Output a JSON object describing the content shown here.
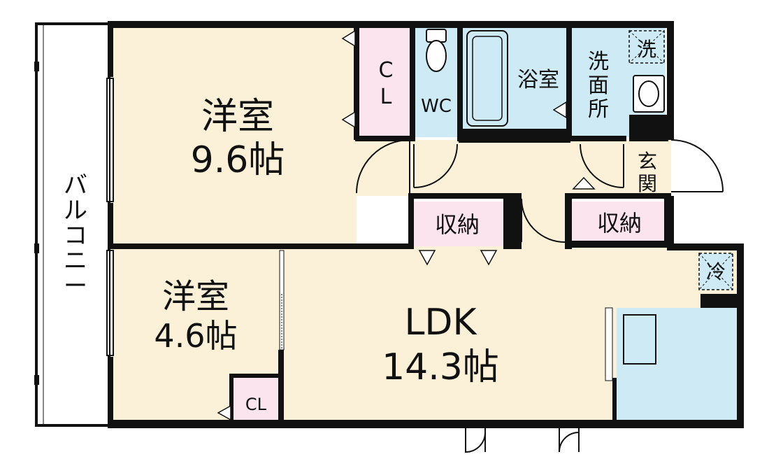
{
  "rooms": {
    "western_large": {
      "name": "洋室",
      "size": "9.6帖"
    },
    "western_small": {
      "name": "洋室",
      "size": "4.6帖"
    },
    "ldk": {
      "name": "LDK",
      "size": "14.3帖"
    },
    "closet_large": {
      "line1": "C",
      "line2": "L"
    },
    "closet_small": "CL",
    "wc": "WC",
    "bath": "浴室",
    "washroom": [
      "洗",
      "面",
      "所"
    ],
    "entrance": [
      "玄",
      "関"
    ],
    "storage_left": "収納",
    "storage_right": "収納",
    "balcony": [
      "バ",
      "ル",
      "コ",
      "ニ",
      "ー"
    ]
  },
  "symbols": {
    "washer": "洗",
    "fridge": "冷"
  },
  "colors": {
    "floor": "#fbf1d9",
    "closet": "#fbe4ee",
    "wet": "#cdeaf5",
    "wall": "#111111"
  }
}
